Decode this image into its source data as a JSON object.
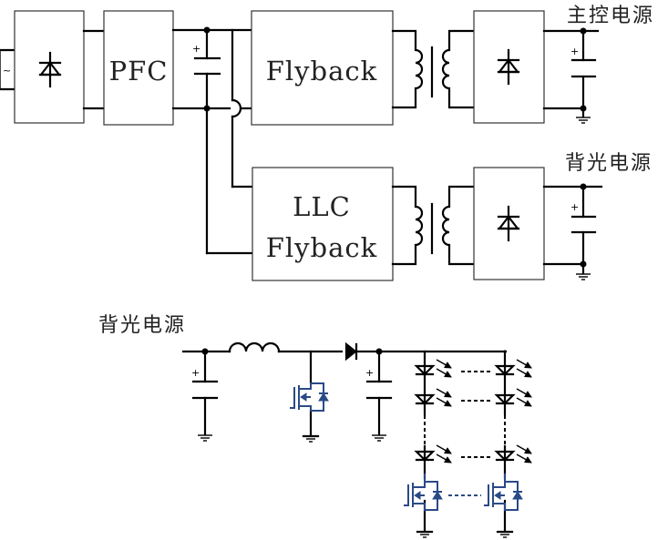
{
  "diagram": {
    "top_section": {
      "ac_source_symbol": "~",
      "blocks": {
        "rectifier_in": {
          "symbol": "rectifier-diode"
        },
        "pfc": {
          "label": "PFC"
        },
        "flyback": {
          "label": "Flyback"
        },
        "llc_flyback": {
          "label_line1": "LLC",
          "label_line2": "Flyback"
        },
        "rectifier_out_main": {
          "symbol": "rectifier-diode"
        },
        "rectifier_out_backlight": {
          "symbol": "rectifier-diode"
        }
      },
      "outputs": {
        "main_control": "主控电源",
        "backlight": "背光电源"
      },
      "capacitor_polarity": "+"
    },
    "bottom_section": {
      "title": "背光电源",
      "capacitor_polarity": "+",
      "components": [
        "input capacitor",
        "boost inductor",
        "boost MOSFET",
        "boost diode",
        "output capacitor",
        "LED strings",
        "LED driver MOSFETs"
      ]
    },
    "colors": {
      "wire": "#000000",
      "mosfet": "#2a4a86",
      "box_border": "#333333"
    }
  }
}
